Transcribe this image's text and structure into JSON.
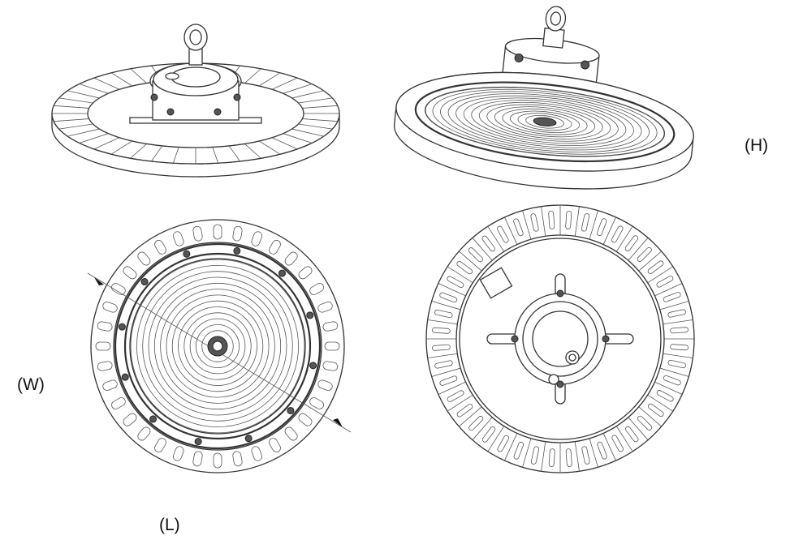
{
  "labels": {
    "height": "(H)",
    "width": "(W)",
    "length": "(L)"
  },
  "views": [
    {
      "name": "top-perspective-view"
    },
    {
      "name": "bottom-perspective-view"
    },
    {
      "name": "front-plan-view"
    },
    {
      "name": "back-plan-view"
    }
  ],
  "colors": {
    "line": "#333333",
    "background": "#ffffff"
  }
}
